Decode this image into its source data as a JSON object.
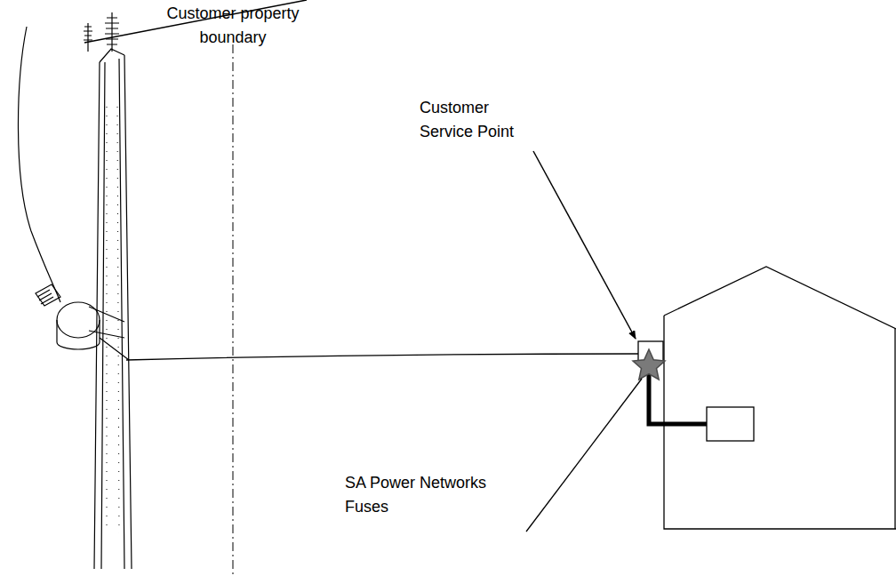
{
  "diagram": {
    "labels": [
      "Customer property boundary",
      "Customer Service Point",
      "SA Power Networks Fuses"
    ]
  }
}
